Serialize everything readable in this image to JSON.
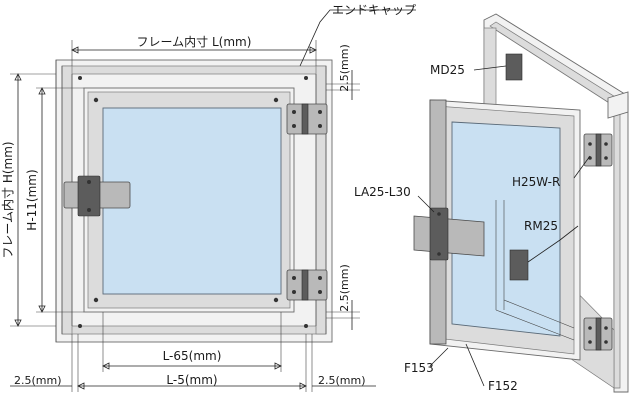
{
  "labels": {
    "end_cap": "エンドキャップ",
    "frame_inner_length": "フレーム内寸 L(mm)",
    "frame_inner_height": "フレーム内寸 H(mm)",
    "height_minus": "H-11(mm)",
    "offset_top": "2.5(mm)",
    "offset_bottom": "2.5(mm)",
    "length_minus_65": "L-65(mm)",
    "length_minus_5": "L-5(mm)",
    "margin_left": "2.5(mm)",
    "margin_right": "2.5(mm)"
  },
  "parts": {
    "md25": "MD25",
    "la25": "LA25-L30",
    "h25w": "H25W-R",
    "rm25": "RM25",
    "f153": "F153",
    "f152": "F152"
  },
  "colors": {
    "glass": "#c9e0f2",
    "frame": "#f2f2f2",
    "metal": "#b9b9b9"
  }
}
